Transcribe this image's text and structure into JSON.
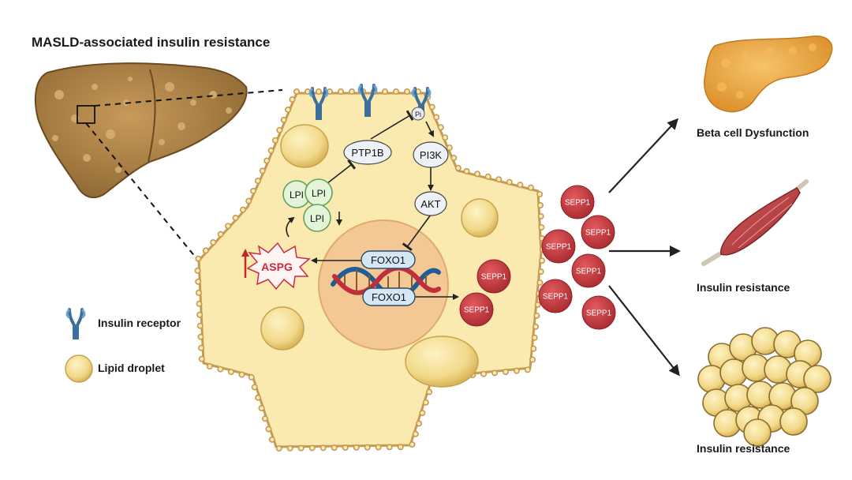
{
  "title": "MASLD-associated insulin resistance",
  "legend": {
    "receptor": "Insulin receptor",
    "droplet": "Lipid droplet"
  },
  "signaling": {
    "pi": "Pi",
    "pi3k": "PI3K",
    "akt": "AKT",
    "ptp1b": "PTP1B",
    "foxo1": "FOXO1",
    "lpi": "LPI",
    "aspg": "ASPG"
  },
  "secreted": "SEPP1",
  "outcomes": {
    "pancreas": "Beta cell Dysfunction",
    "muscle": "Insulin resistance",
    "adipose": "Insulin resistance"
  },
  "colors": {
    "cell_fill": "#fbeab0",
    "cell_border": "#c69a52",
    "nucleus": "#f3c894",
    "sepp1": "#c9383e",
    "lpi_fill": "#e3f4d8",
    "lpi_border": "#5fa45a",
    "node_fill": "#eef1f5",
    "foxo1_fill": "#d5e6f5",
    "aspg_text": "#d1283c",
    "dna_blue": "#1f5d96",
    "dna_red": "#c32c3b"
  }
}
